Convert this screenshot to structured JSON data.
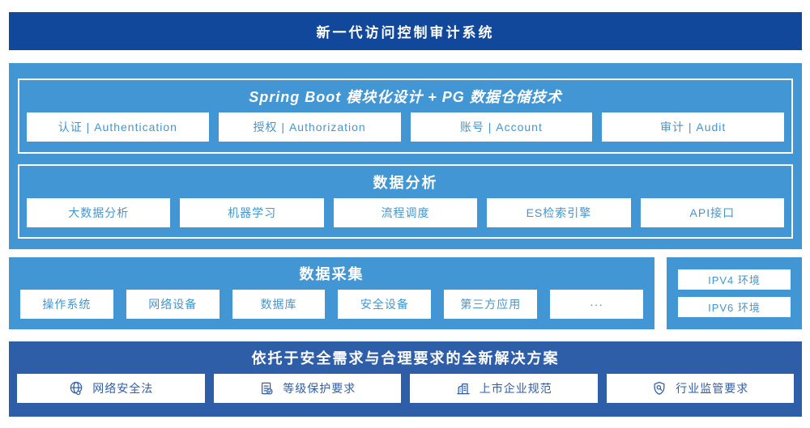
{
  "colors": {
    "header_blue": "#11489c",
    "section_blue": "#4296d4",
    "footer_blue": "#2f5ea9",
    "box_background": "#ffffff",
    "title_text": "#ffffff"
  },
  "header": {
    "title": "新一代访问控制审计系统"
  },
  "platform": {
    "title": "Spring Boot 模块化设计 + PG 数据仓储技术",
    "modules": [
      "认证 | Authentication",
      "授权 | Authorization",
      "账号 | Account",
      "审计 | Audit"
    ]
  },
  "analysis": {
    "title": "数据分析",
    "modules": [
      "大数据分析",
      "机器学习",
      "流程调度",
      "ES检索引擎",
      "API接口"
    ]
  },
  "collection": {
    "title": "数据采集",
    "modules": [
      "操作系统",
      "网络设备",
      "数据库",
      "安全设备",
      "第三方应用",
      "···"
    ]
  },
  "environments": {
    "items": [
      "IPV4 环境",
      "IPV6 环境"
    ]
  },
  "solution": {
    "title": "依托于安全需求与合理要求的全新解决方案",
    "items": [
      {
        "icon": "globe-icon",
        "label": "网络安全法"
      },
      {
        "icon": "document-check-icon",
        "label": "等级保护要求"
      },
      {
        "icon": "building-icon",
        "label": "上市企业规范"
      },
      {
        "icon": "shield-search-icon",
        "label": "行业监管要求"
      }
    ]
  }
}
